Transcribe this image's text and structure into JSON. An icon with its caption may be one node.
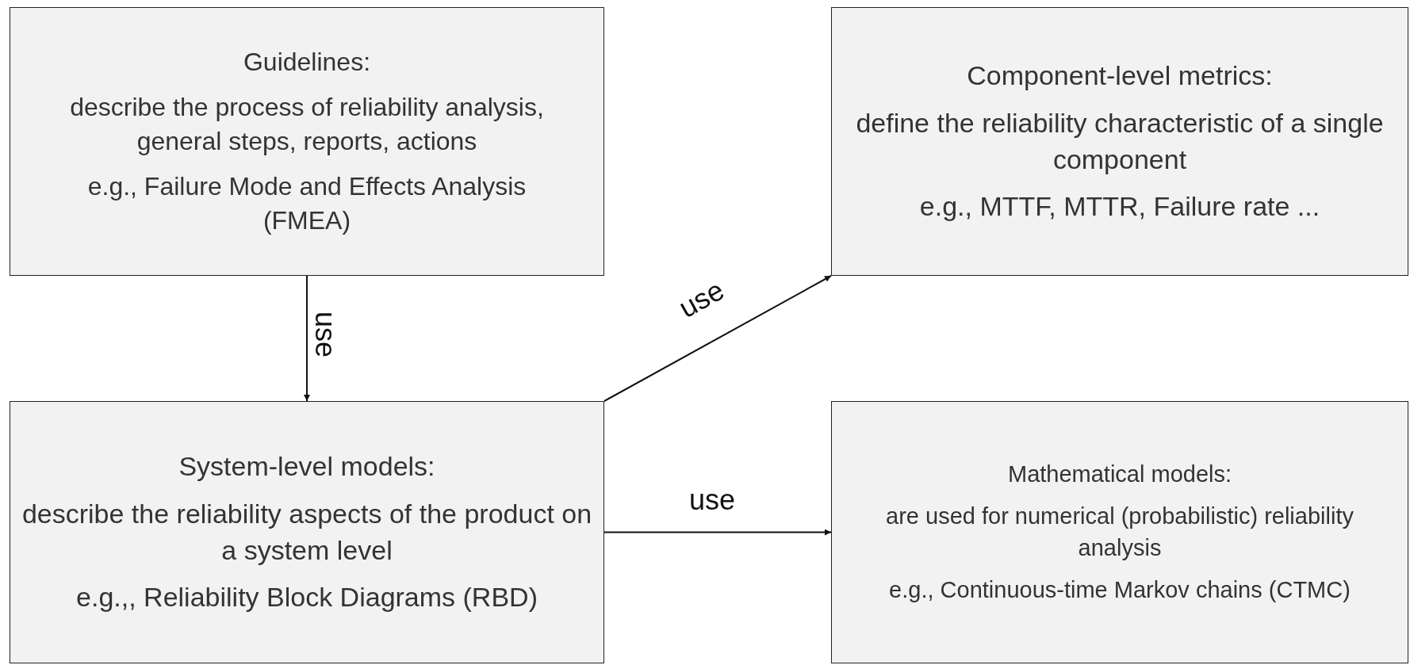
{
  "diagram": {
    "nodes": [
      {
        "text": [
          "Guidelines:",
          "describe the process of reliability analysis, general steps, reports, actions",
          "e.g., Failure Mode and Effects Analysis (FMEA)"
        ]
      },
      {
        "text": [
          "Component-level metrics:",
          "define the reliability characteristic of a single component",
          "e.g., MTTF, MTTR, Failure rate ..."
        ]
      },
      {
        "text": [
          "System-level models:",
          "describe the reliability aspects of the product on a system level",
          "e.g.,, Reliability Block Diagrams (RBD)"
        ]
      },
      {
        "text": [
          "Mathematical models:",
          "are used for numerical (probabilistic) reliability analysis",
          "e.g., Continuous-time Markov chains (CTMC)"
        ]
      }
    ],
    "edges": [
      {
        "from": 0,
        "to": 2,
        "arrow": "to",
        "label": "use"
      },
      {
        "from": 2,
        "to": 1,
        "arrow": "to",
        "label": "use"
      },
      {
        "from": 2,
        "to": 3,
        "arrow": "to",
        "label": "use"
      }
    ]
  }
}
